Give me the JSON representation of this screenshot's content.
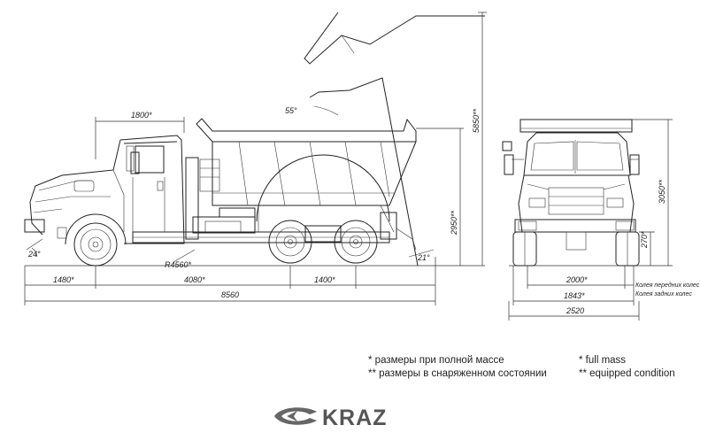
{
  "side_view": {
    "dim_cab_length": "1800*",
    "dim_front_overhang": "1480*",
    "dim_wheelbase": "4080*",
    "dim_bogie": "1400*",
    "dim_overall_length": "8560",
    "dim_tip_angle": "55°",
    "dim_tipped_height": "5850**",
    "dim_body_height": "2950**",
    "dim_turning_radius": "R4560*",
    "dim_approach_angle": "24°",
    "dim_departure_angle": "21°"
  },
  "front_view": {
    "dim_height": "3050**",
    "dim_ground_clearance": "270*",
    "dim_front_track": "2000*",
    "dim_rear_track": "1843*",
    "dim_width": "2520",
    "label_front_track": "Колея передних колес",
    "label_rear_track": "Колея задних колес"
  },
  "legend": {
    "ru_star": "*   размеры при полной массе",
    "ru_double": "** размеры в снаряженном состоянии",
    "en_star": "*   full mass",
    "en_double": "** equipped condition"
  },
  "logo": {
    "text": "KRAZ"
  }
}
